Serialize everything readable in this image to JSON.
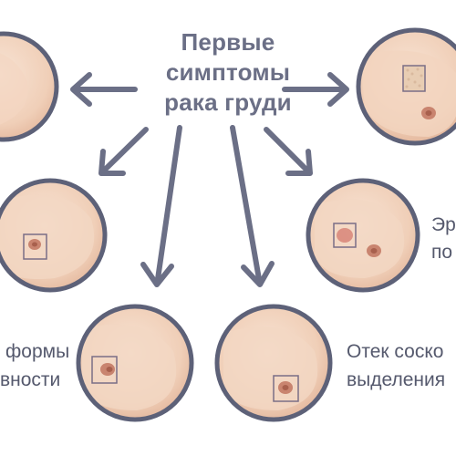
{
  "title": {
    "line1": "Первые",
    "line2": "симптомы",
    "line3": "рака груди"
  },
  "labels": {
    "left_line1": "формы",
    "left_line2": "вности",
    "bottom_line1": "Отек соско",
    "bottom_line2": "выделения",
    "right_line1": "Эр",
    "right_line2": "по"
  },
  "colors": {
    "arrow": "#6b6f86",
    "ring": "#5d6178",
    "skin": "#f1d2bd",
    "skin_shadow": "#e2b59a",
    "nipple": "#c9846f",
    "marker": "#7a6e86"
  }
}
